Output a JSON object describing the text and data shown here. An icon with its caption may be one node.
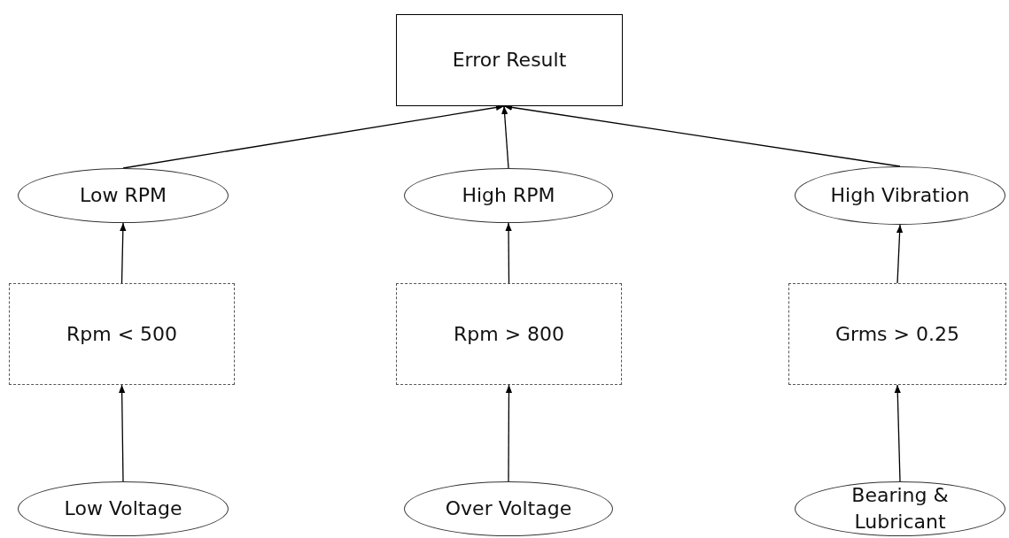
{
  "diagram": {
    "nodes": [
      {
        "text": [
          "Error Result"
        ]
      },
      {
        "text": [
          "Low RPM"
        ]
      },
      {
        "text": [
          "High RPM"
        ]
      },
      {
        "text": [
          "High Vibration"
        ]
      },
      {
        "text": [
          "Rpm < 500"
        ]
      },
      {
        "text": [
          "Rpm > 800"
        ]
      },
      {
        "text": [
          "Grms > 0.25"
        ]
      },
      {
        "text": [
          "Low Voltage"
        ]
      },
      {
        "text": [
          "Over Voltage"
        ]
      },
      {
        "text": [
          "Bearing & Lubricant"
        ]
      }
    ],
    "edges": [
      {
        "from": 1,
        "to": 0,
        "arrow": "to"
      },
      {
        "from": 2,
        "to": 0,
        "arrow": "to"
      },
      {
        "from": 3,
        "to": 0,
        "arrow": "to"
      },
      {
        "from": 4,
        "to": 1,
        "arrow": "to"
      },
      {
        "from": 5,
        "to": 2,
        "arrow": "to"
      },
      {
        "from": 6,
        "to": 3,
        "arrow": "to"
      },
      {
        "from": 7,
        "to": 4,
        "arrow": "to"
      },
      {
        "from": 8,
        "to": 5,
        "arrow": "to"
      },
      {
        "from": 9,
        "to": 6,
        "arrow": "to"
      }
    ]
  }
}
